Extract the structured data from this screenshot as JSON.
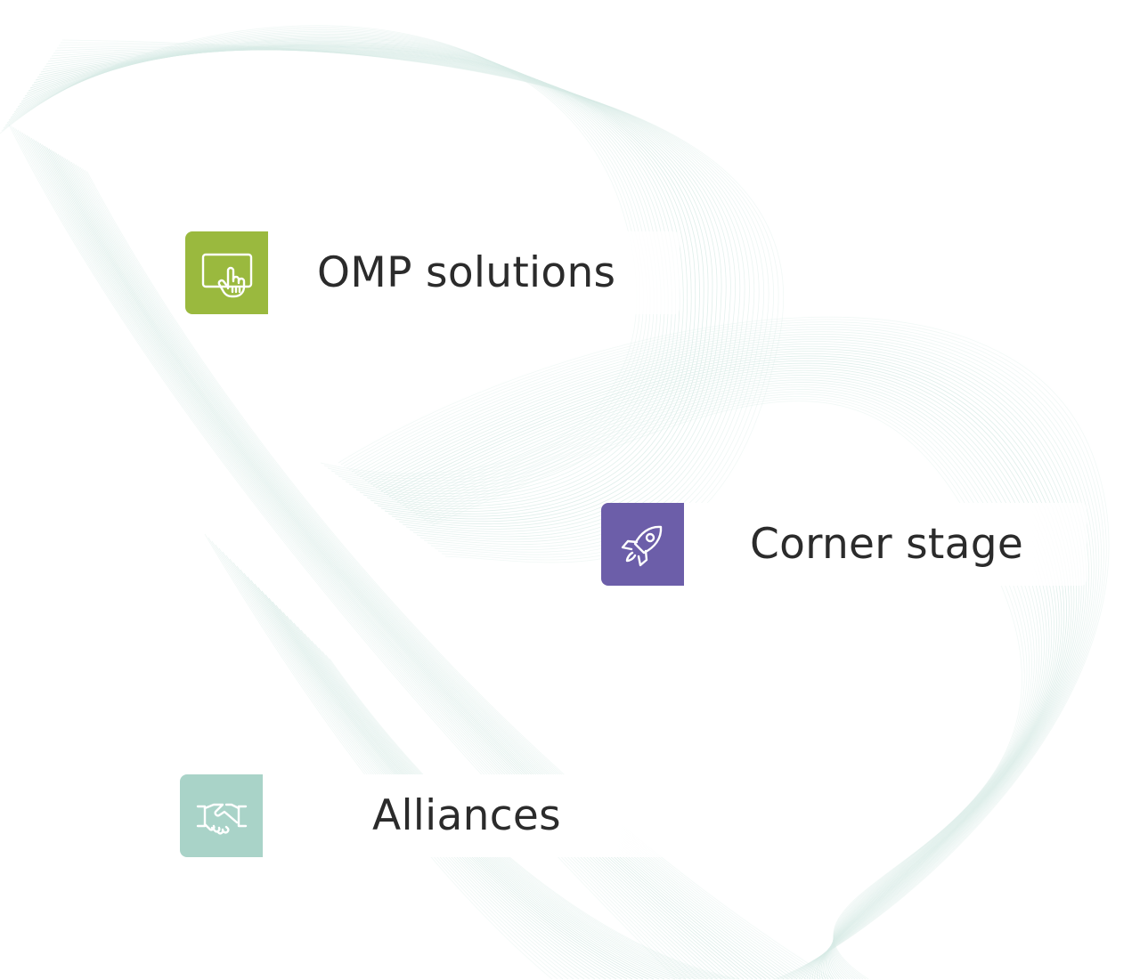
{
  "items": [
    {
      "label": "OMP solutions",
      "icon": "touchscreen-hand-icon",
      "color": "#9ab93e"
    },
    {
      "label": "Corner stage",
      "icon": "rocket-icon",
      "color": "#6c5ea9"
    },
    {
      "label": "Alliances",
      "icon": "handshake-icon",
      "color": "#a9d3c8"
    }
  ],
  "background": {
    "line_color": "#d8ebe6"
  }
}
